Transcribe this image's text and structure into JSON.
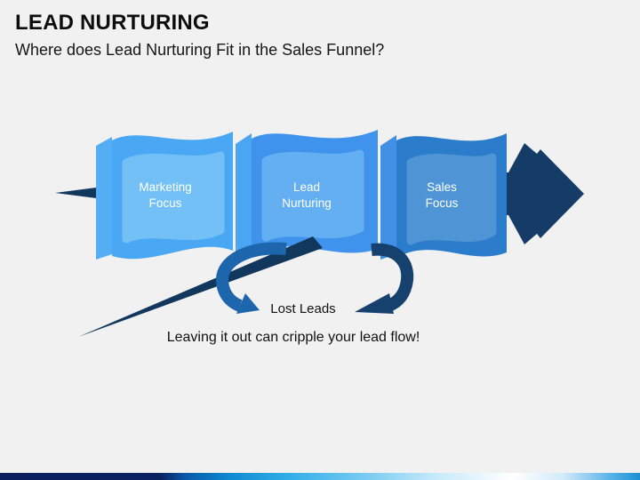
{
  "slide": {
    "title": "LEAD NURTURING",
    "subtitle": "Where does Lead Nurturing Fit in the Sales Funnel?",
    "background_color": "#f1f1f2"
  },
  "funnel": {
    "stages": [
      {
        "label": "Marketing Focus",
        "outer_color": "#49a7f3",
        "inner_color": "#73c0f7",
        "fold_color": "#55aef5"
      },
      {
        "label": "Lead Nurturing",
        "outer_color": "#3f93ec",
        "inner_color": "#64aef2",
        "fold_color": "#4aa5f2"
      },
      {
        "label": "Sales Focus",
        "outer_color": "#2b7ccb",
        "inner_color": "#4f94d4",
        "fold_color": "#4190e4"
      }
    ],
    "flow_arrow_color": "#143c66",
    "leak_spike_color": "#12375d",
    "leak_arrow_left_color": "#1d66ad",
    "leak_arrow_right_color": "#16416f",
    "lost_leads_label": "Lost Leads",
    "caption": "Leaving it out can cripple your lead flow!"
  },
  "footer": {
    "bar_gradient": [
      "#0a1f5c",
      "#0f8ad2",
      "#31aee8",
      "#ffffff",
      "#1d8fd4"
    ]
  }
}
